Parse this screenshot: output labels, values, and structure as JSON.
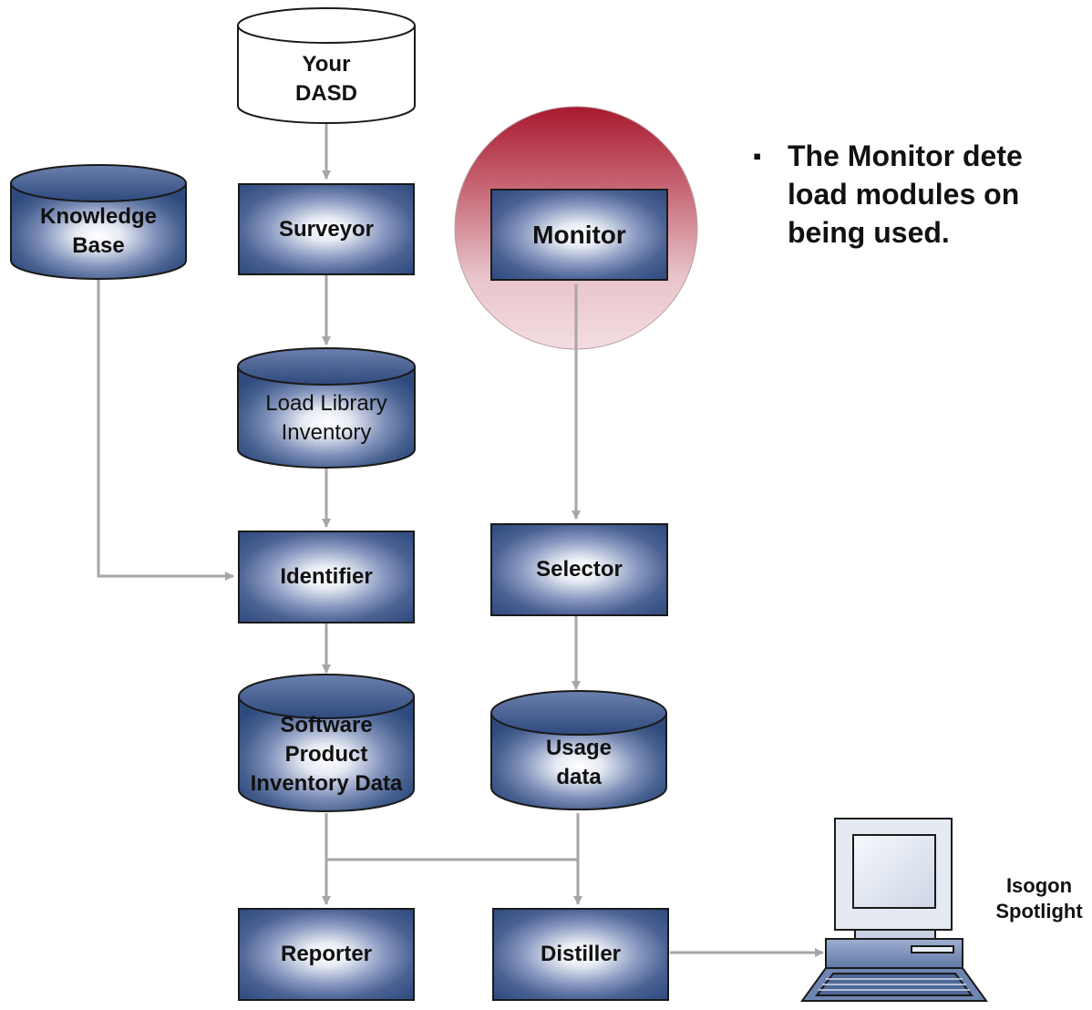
{
  "nodes": {
    "your_dasd": "Your\nDASD",
    "knowledge_base": "Knowledge\nBase",
    "surveyor": "Surveyor",
    "monitor": "Monitor",
    "load_library_inventory": "Load Library\nInventory",
    "identifier": "Identifier",
    "selector": "Selector",
    "software_product_inventory_data": "Software\nProduct\nInventory Data",
    "usage_data": "Usage\ndata",
    "reporter": "Reporter",
    "distiller": "Distiller",
    "isogon_spotlight": "Isogon\nSpotlight"
  },
  "bullet": {
    "marker": "▪",
    "lines": [
      "The Monitor dete",
      "load modules on",
      "being used."
    ]
  },
  "colors": {
    "box_dark": "#2f4a7e",
    "box_light": "#ffffff",
    "arrow": "#a6a6a6",
    "monitor_circle_top": "#a8192e",
    "monitor_circle_bottom": "#f2dadd"
  }
}
